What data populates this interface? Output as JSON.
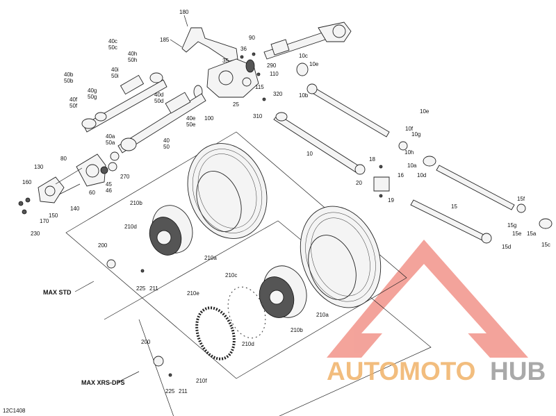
{
  "diagram": {
    "code": "12C1408",
    "captions": [
      "MAX STD",
      "MAX XRS-DPS"
    ],
    "callouts": [
      "180",
      "185",
      "90",
      "35",
      "36",
      "290",
      "110",
      "115",
      "25",
      "100",
      "320",
      "310",
      "40c",
      "50c",
      "40h",
      "50h",
      "40i",
      "50i",
      "40b",
      "50b",
      "40g",
      "50g",
      "40f",
      "50f",
      "40d",
      "50d",
      "40a",
      "50a",
      "40e",
      "50e",
      "40",
      "50",
      "10c",
      "10e",
      "10b",
      "10",
      "10e",
      "10f",
      "10g",
      "10h",
      "10a",
      "10d",
      "18",
      "16",
      "20",
      "19",
      "15",
      "15f",
      "15g",
      "15e",
      "15a",
      "15c",
      "15d",
      "80",
      "130",
      "160",
      "150",
      "170",
      "230",
      "140",
      "60",
      "45",
      "46",
      "270",
      "210b",
      "210d",
      "200",
      "225",
      "211",
      "210a",
      "210c",
      "210e",
      "210d",
      "210b",
      "210a",
      "200",
      "225",
      "211",
      "210f"
    ]
  },
  "watermark": {
    "brand_a": "AUTOMOTO",
    "brand_b": "HUB",
    "colors": {
      "triangle": "#f0857a",
      "auto": "#f0b268",
      "hub": "#9b9b9b"
    }
  }
}
